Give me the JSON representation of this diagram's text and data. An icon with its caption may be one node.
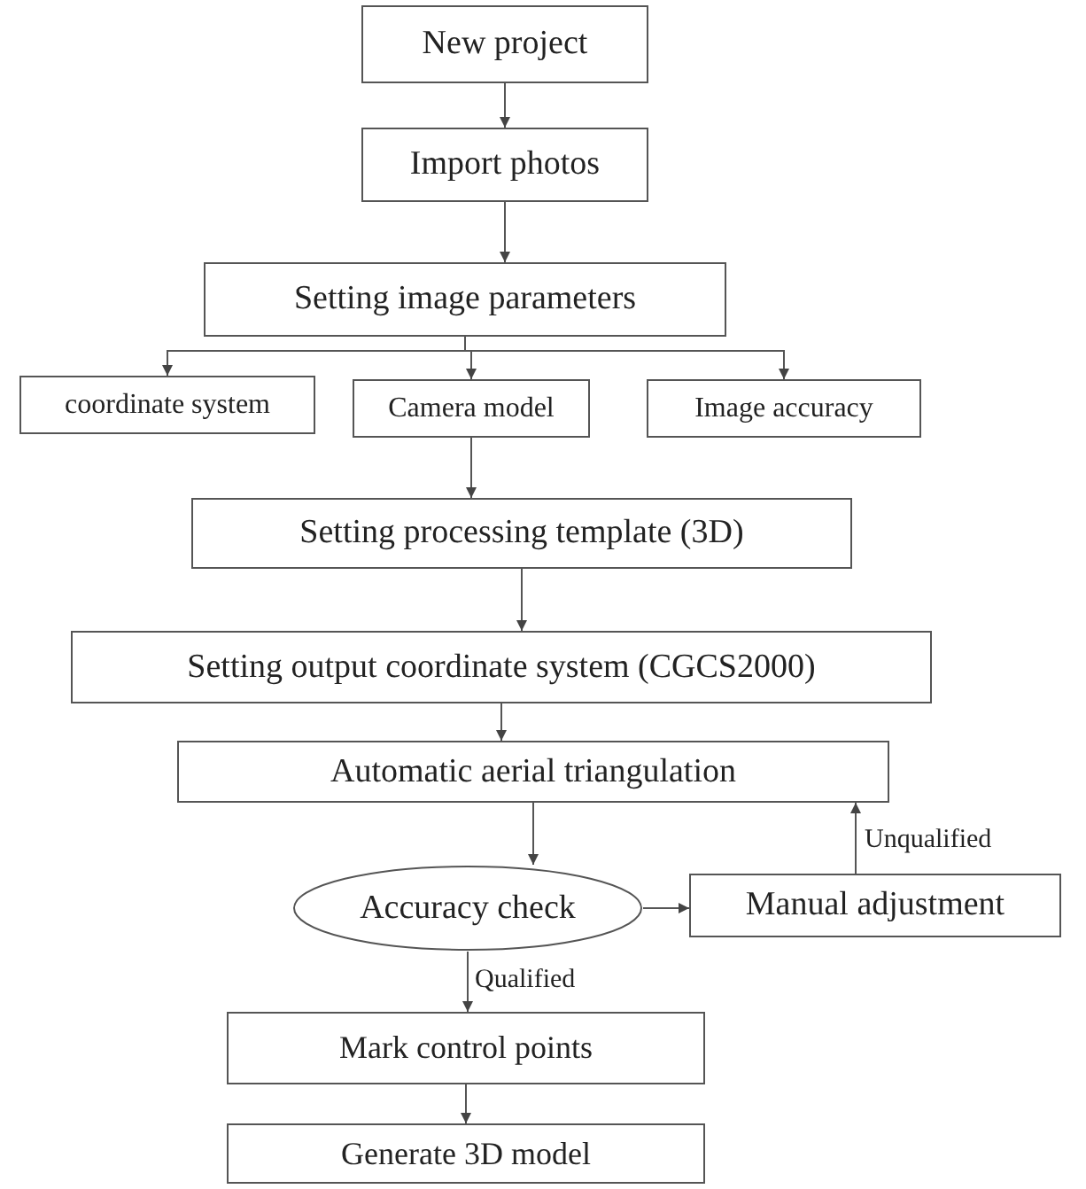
{
  "diagram": {
    "nodes": [
      {
        "text": [
          "New  project"
        ]
      },
      {
        "text": [
          "Import photos"
        ]
      },
      {
        "text": [
          "Setting image parameters"
        ]
      },
      {
        "text": [
          "coordinate system"
        ]
      },
      {
        "text": [
          "Camera model"
        ]
      },
      {
        "text": [
          "Image accuracy"
        ]
      },
      {
        "text": [
          "Setting processing template (3D)"
        ]
      },
      {
        "text": [
          "Setting output coordinate system (CGCS2000)"
        ]
      },
      {
        "text": [
          "Automatic aerial triangulation"
        ]
      },
      {
        "text": [
          "Accuracy check"
        ]
      },
      {
        "text": [
          "Manual adjustment"
        ]
      },
      {
        "text": [
          "Mark control points"
        ]
      },
      {
        "text": [
          "Generate 3D model"
        ]
      }
    ],
    "edges": [
      {
        "from": 0,
        "to": 1,
        "arrow": "to"
      },
      {
        "from": 1,
        "to": 2,
        "arrow": "to"
      },
      {
        "from": 2,
        "to": 3,
        "arrow": "to"
      },
      {
        "from": 2,
        "to": 4,
        "arrow": "to"
      },
      {
        "from": 2,
        "to": 5,
        "arrow": "to"
      },
      {
        "from": 4,
        "to": 6,
        "arrow": "to"
      },
      {
        "from": 6,
        "to": 7,
        "arrow": "to"
      },
      {
        "from": 7,
        "to": 8,
        "arrow": "to"
      },
      {
        "from": 8,
        "to": 9,
        "arrow": "to"
      },
      {
        "from": 9,
        "to": 10,
        "arrow": "to"
      },
      {
        "from": 10,
        "to": 8,
        "arrow": "to",
        "label": "Unqualified"
      },
      {
        "from": 9,
        "to": 11,
        "arrow": "to",
        "label": "Qualified"
      },
      {
        "from": 11,
        "to": 12,
        "arrow": "to"
      }
    ]
  }
}
